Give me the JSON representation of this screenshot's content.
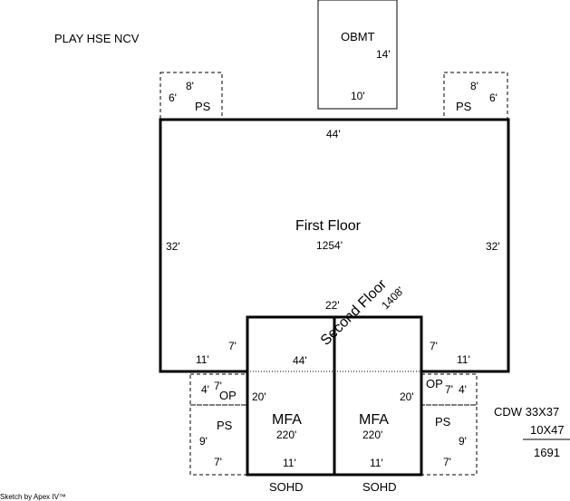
{
  "title": "PLAY HSE NCV",
  "footer": "Sketch by Apex IV™",
  "obmt": {
    "label": "OBMT",
    "width": "10'",
    "depth": "14'"
  },
  "ps_left_top": {
    "label": "PS",
    "width": "8'",
    "depth": "6'"
  },
  "ps_right_top": {
    "label": "PS",
    "width": "8'",
    "depth": "6'"
  },
  "first_floor": {
    "label": "First Floor",
    "area": "1254'",
    "top": "44'",
    "left": "32'",
    "right": "32'",
    "step_left_h": "7'",
    "step_left_w": "11'",
    "step_right_h": "7'",
    "step_right_w": "11'"
  },
  "second_floor": {
    "label": "Second Floor",
    "area": "1408'",
    "top": "22'",
    "bottom": "44'"
  },
  "op_left": {
    "label": "OP",
    "h": "4'",
    "w": "7'"
  },
  "op_right": {
    "label": "OP",
    "h": "4'",
    "w": "7'"
  },
  "ps_left_bot": {
    "label": "PS",
    "h": "9'",
    "w": "7'"
  },
  "ps_right_bot": {
    "label": "PS",
    "h": "9'",
    "w": "7'"
  },
  "mfa_left": {
    "label": "MFA",
    "area": "220'",
    "side": "20'",
    "bottom": "11'",
    "door": "SOHD"
  },
  "mfa_right": {
    "label": "MFA",
    "area": "220'",
    "side": "20'",
    "bottom": "11'",
    "door": "SOHD"
  },
  "cdw": {
    "line1": "CDW 33X37",
    "line2": "10X47",
    "total": "1691"
  }
}
